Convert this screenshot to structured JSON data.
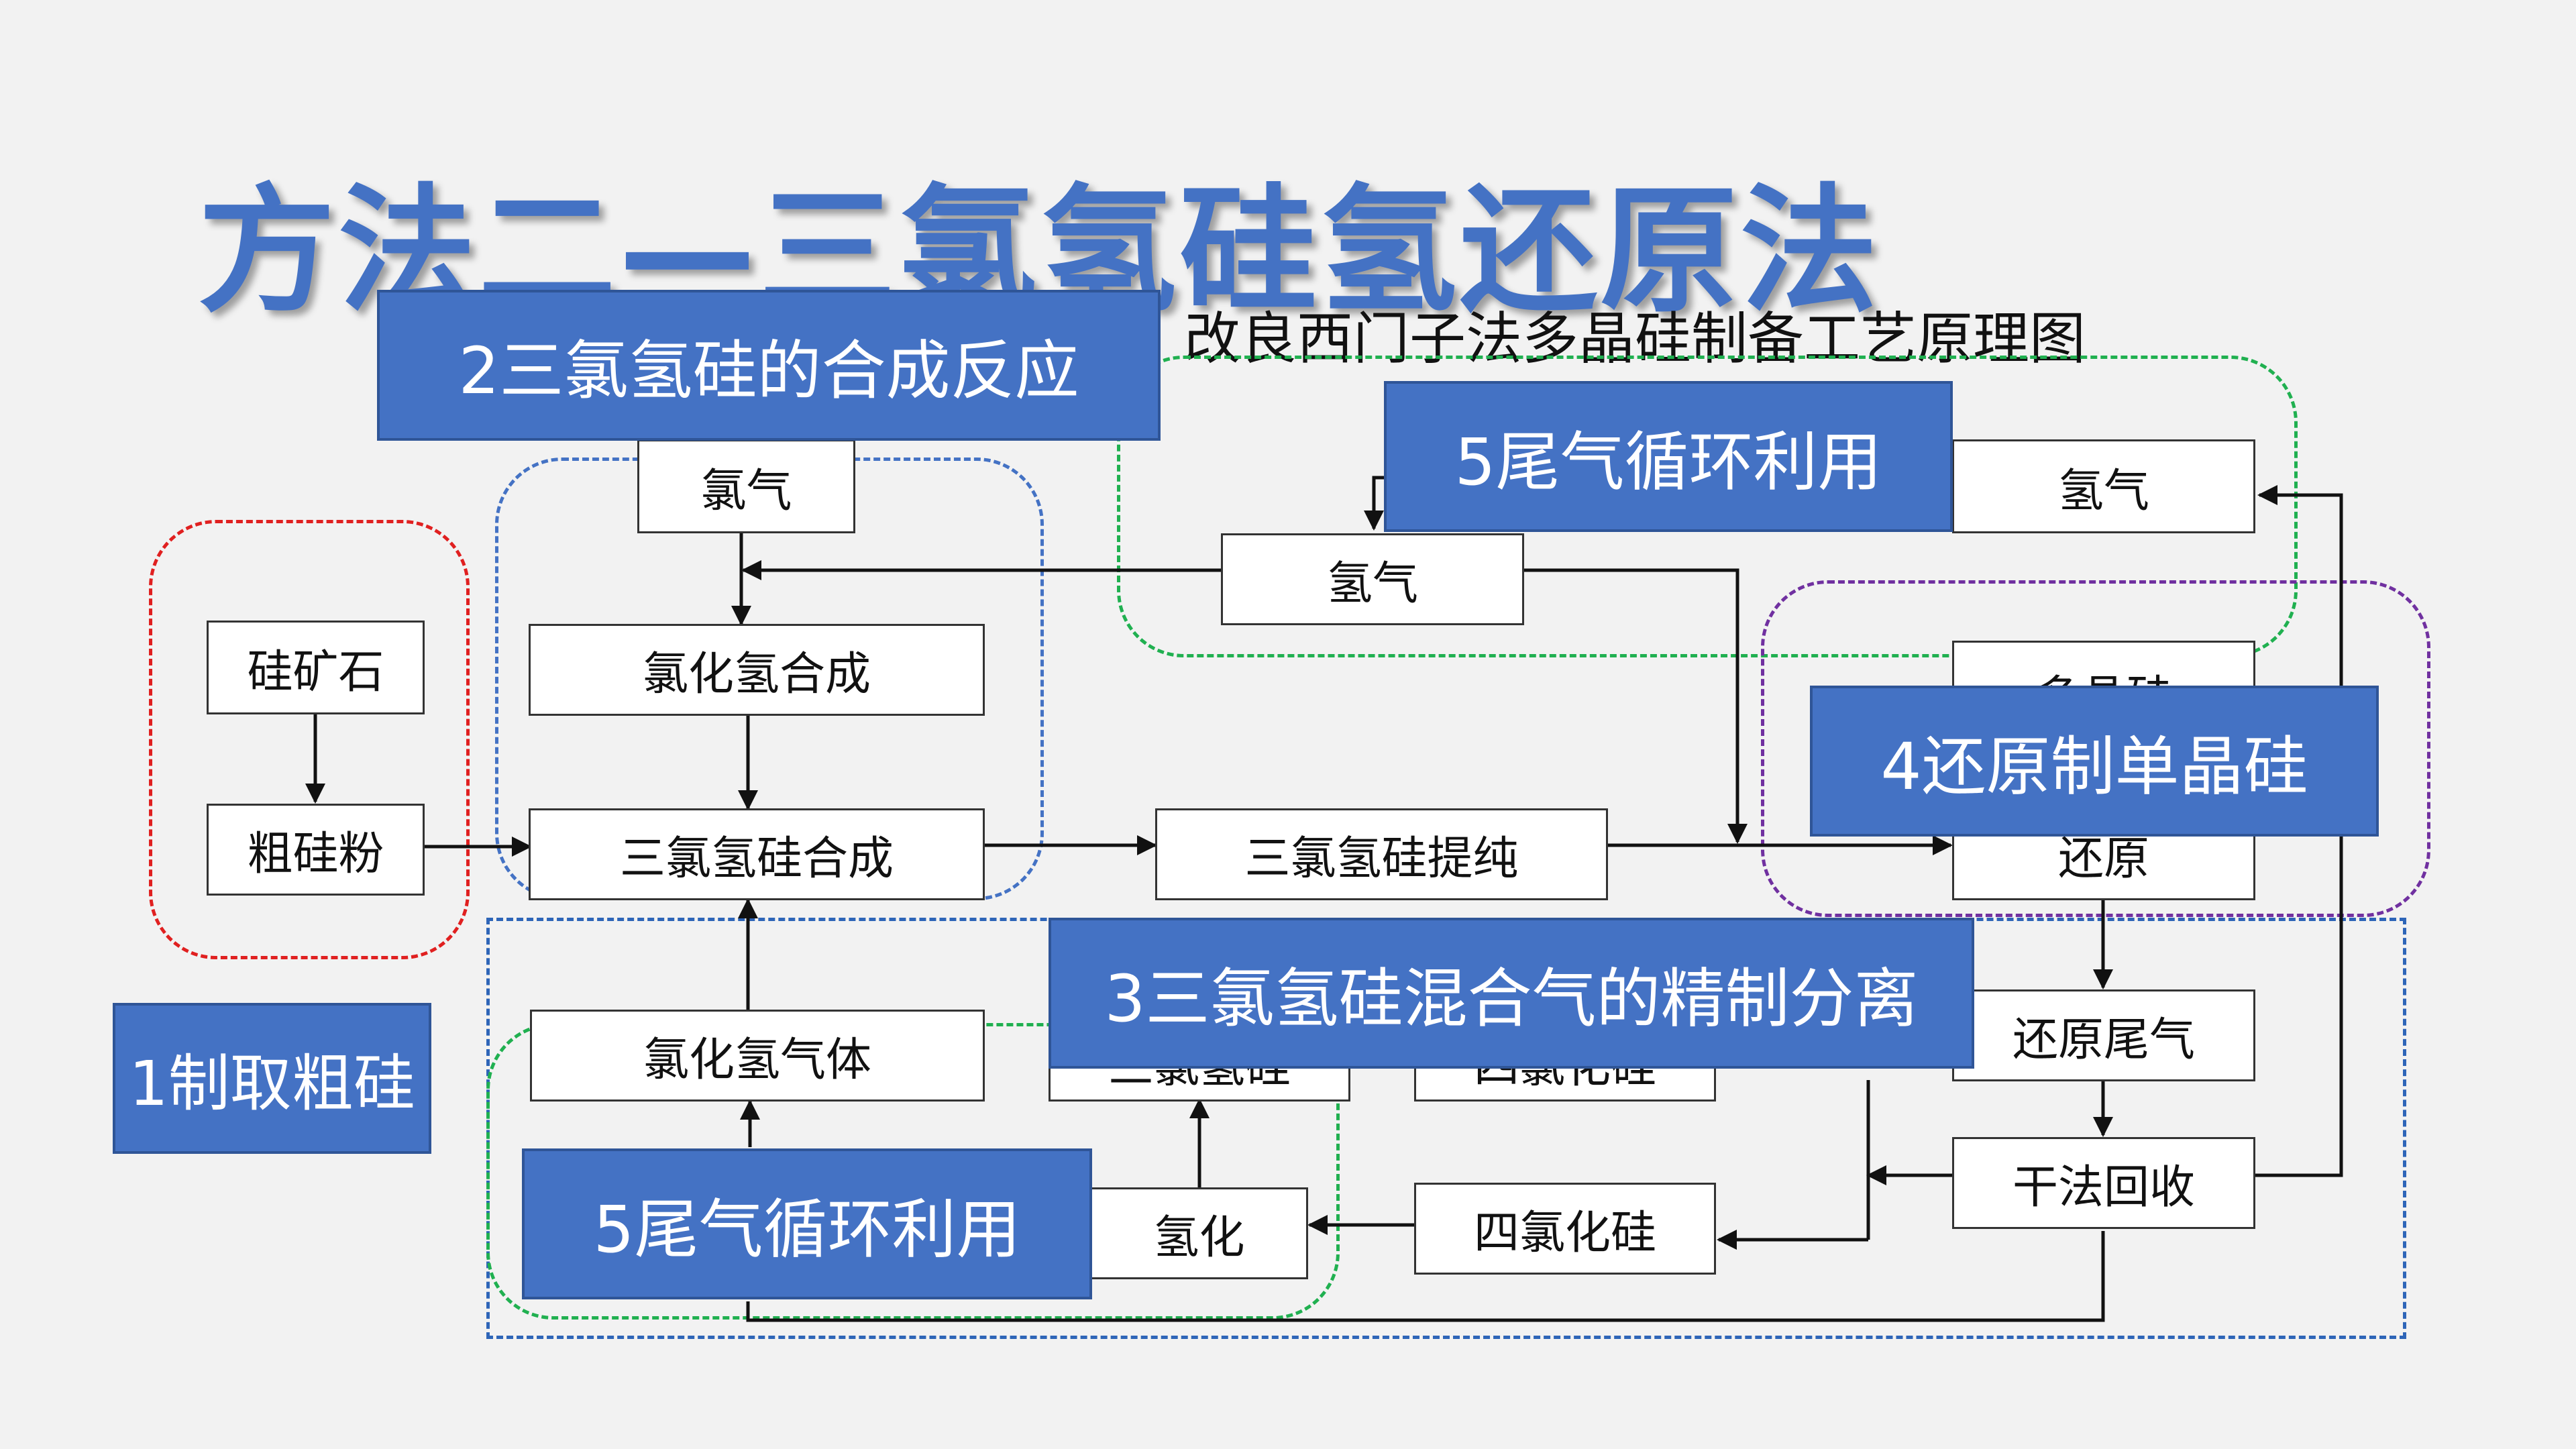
{
  "title": "方法二—三氯氢硅氢还原法",
  "subtitle": "改良西门子法多晶硅制备工艺原理图",
  "colors": {
    "banner": "#4472c4",
    "title": "#4472c4",
    "group_red": "#e02020",
    "group_blue": "#4472c4",
    "group_green": "#20b050",
    "group_purple": "#7030a0",
    "group_darkblue": "#2e65b8"
  },
  "boxes": {
    "silicon_ore": "硅矿石",
    "crude_silicon_powder": "粗硅粉",
    "chlorine": "氯气",
    "hcl_synthesis": "氯化氢合成",
    "tcs_synthesis": "三氯氢硅合成",
    "tcs_purification": "三氯氢硅提纯",
    "hydrogen_top": "氢气",
    "hydrogen_mid": "氢气",
    "polysilicon": "多晶硅",
    "reduction": "还原",
    "reduction_tail_gas": "还原尾气",
    "dry_recovery": "干法回收",
    "silicon_tetrachloride": "四氯化硅",
    "hydrogenation": "氢化",
    "hcl_gas": "氯化氢气体",
    "hidden_box_1": "三氯氢硅",
    "hidden_box_2": "四氯化硅"
  },
  "banners": {
    "step1": "1制取粗硅",
    "step2": "2三氯氢硅的合成反应",
    "step3": "3三氯氢硅混合气的精制分离",
    "step4": "4还原制单晶硅",
    "step5_top": "5尾气循环利用",
    "step5_bottom": "5尾气循环利用"
  }
}
